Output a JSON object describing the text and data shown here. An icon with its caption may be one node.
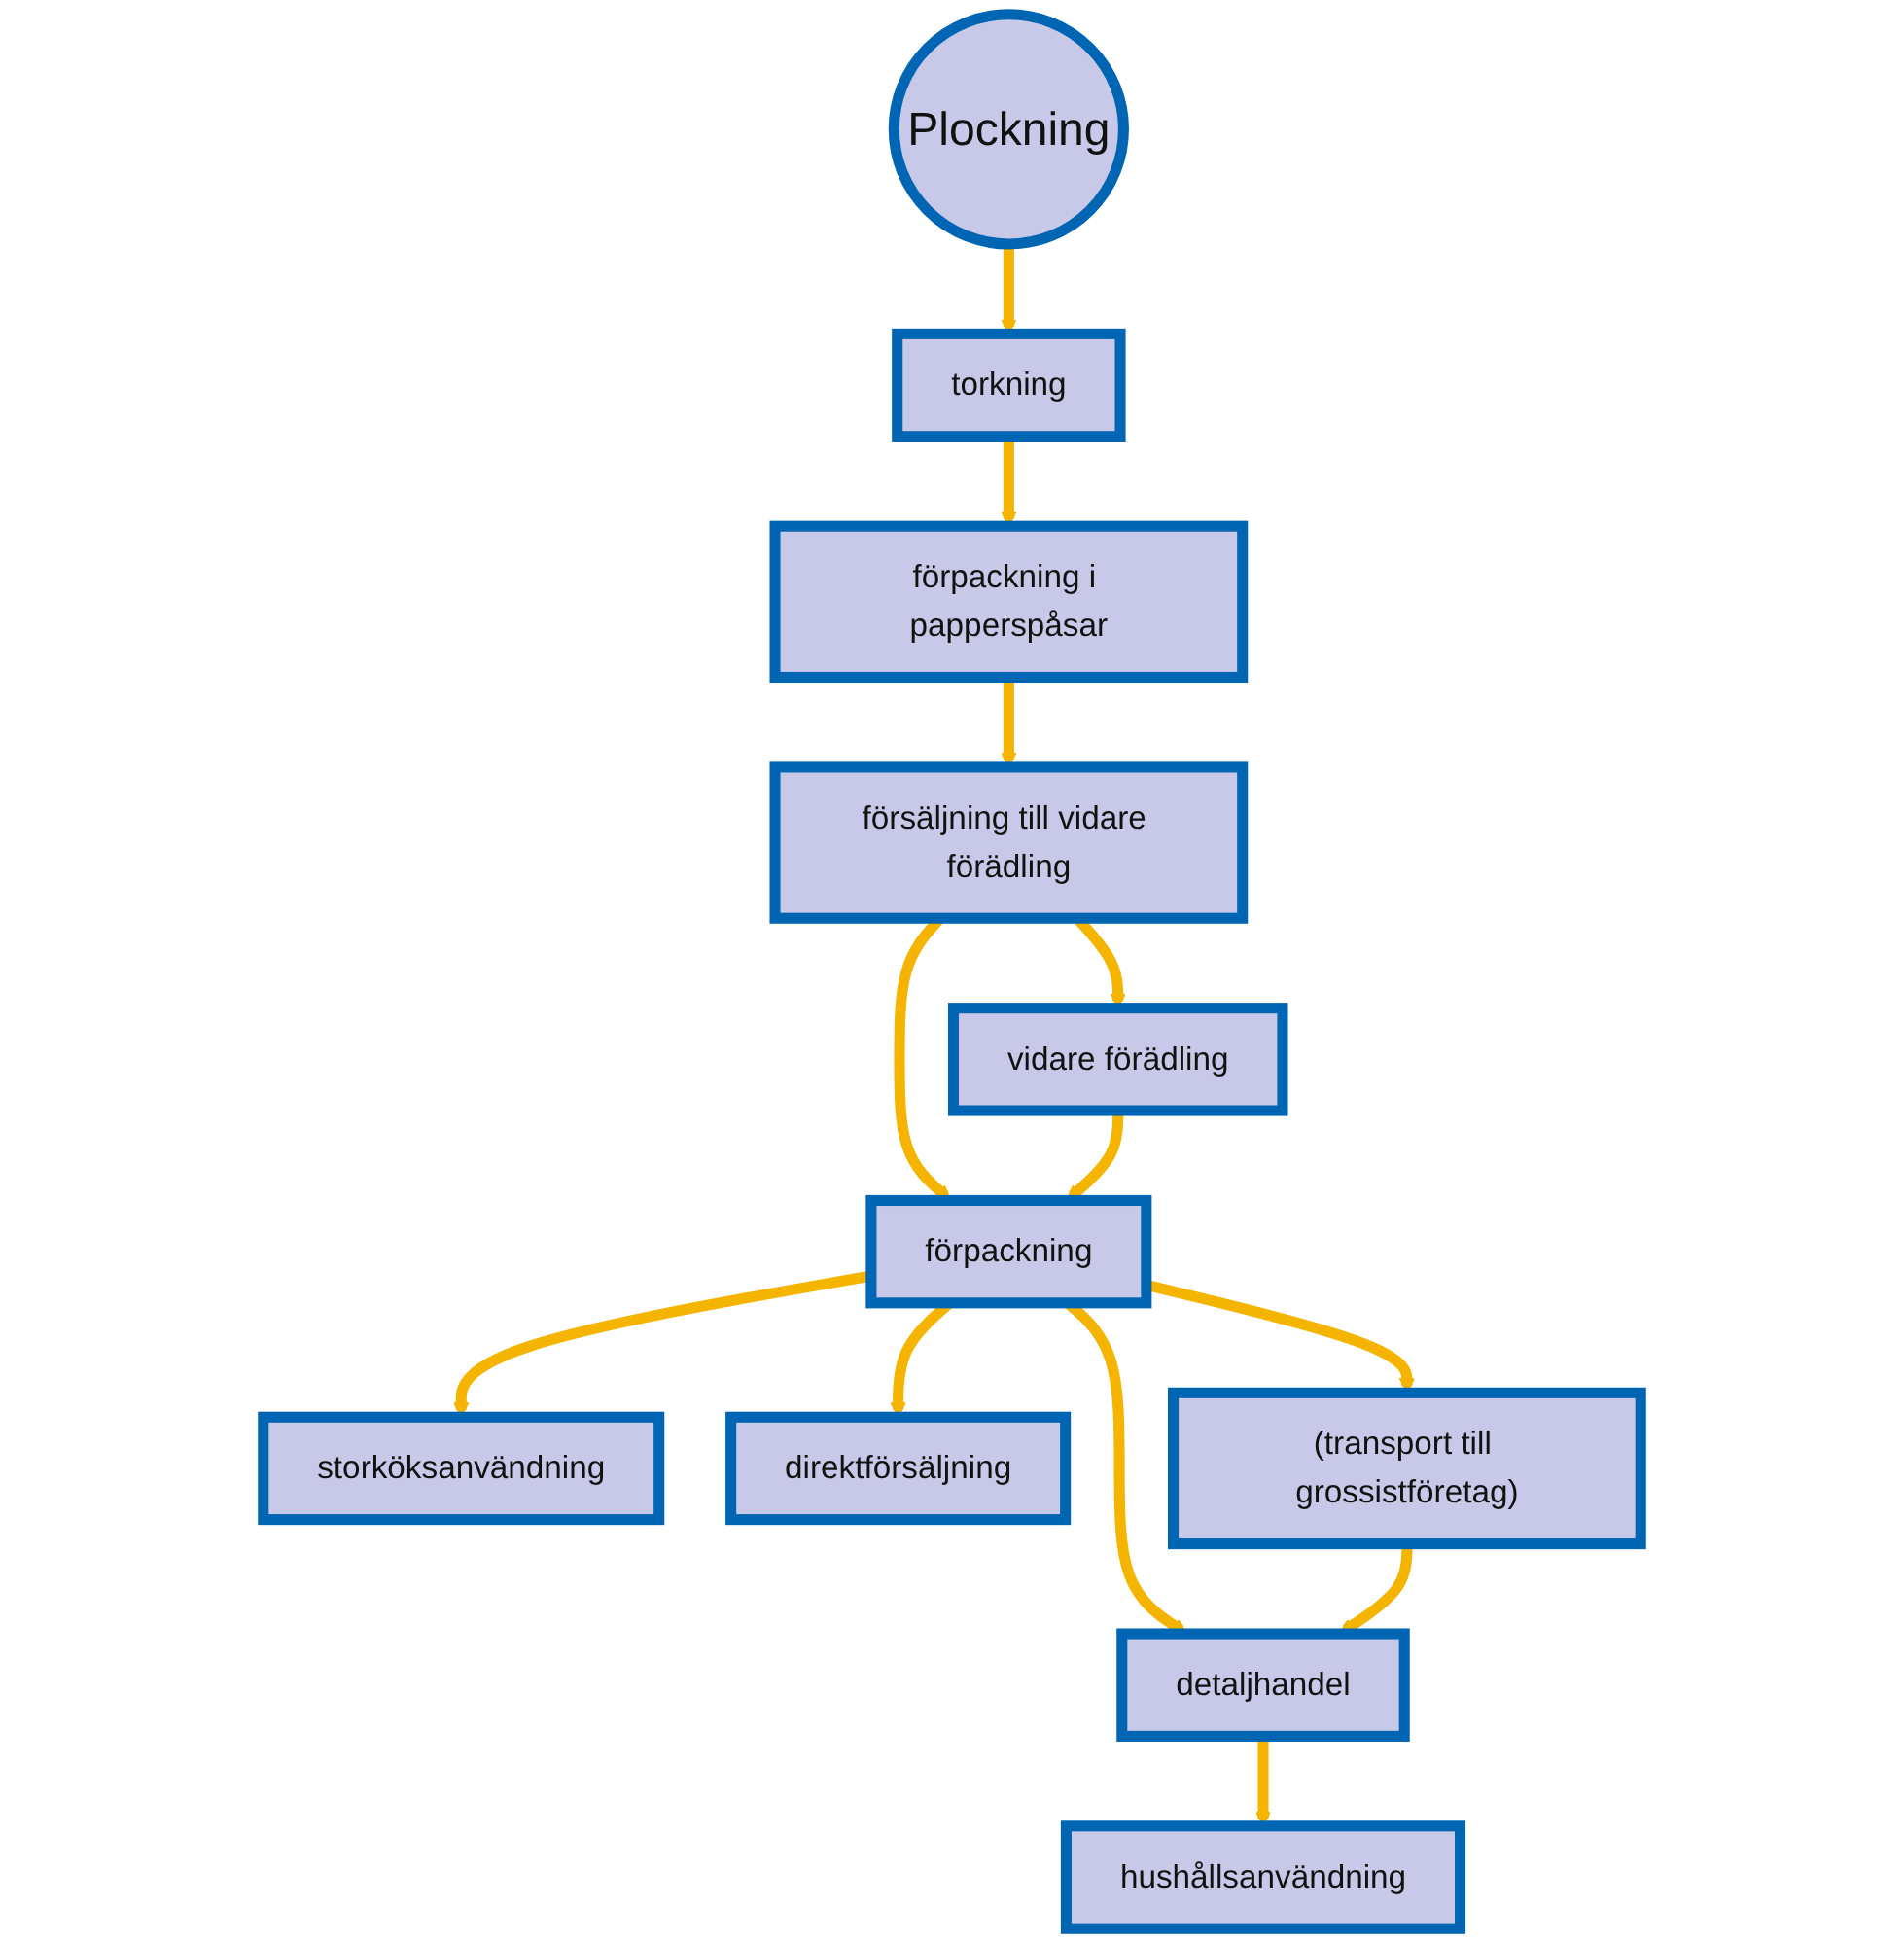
{
  "diagram": {
    "nodes": [
      {
        "text": [
          "Plockning"
        ]
      },
      {
        "text": [
          "torkning"
        ]
      },
      {
        "text": [
          "förpackning i papperspåsar"
        ]
      },
      {
        "text": [
          "försäljning till vidare förädling"
        ]
      },
      {
        "text": [
          "vidare förädling"
        ]
      },
      {
        "text": [
          "förpackning"
        ]
      },
      {
        "text": [
          "storköksanvändning"
        ]
      },
      {
        "text": [
          "direktförsäljning"
        ]
      },
      {
        "text": [
          "(transport till grossistföretag)"
        ]
      },
      {
        "text": [
          "detaljhandel"
        ]
      },
      {
        "text": [
          "hushållsanvändning"
        ]
      }
    ],
    "edges": [
      {
        "from": 0,
        "to": 1,
        "arrow": "to"
      },
      {
        "from": 1,
        "to": 2,
        "arrow": "to"
      },
      {
        "from": 2,
        "to": 3,
        "arrow": "to"
      },
      {
        "from": 3,
        "to": 4,
        "arrow": "to"
      },
      {
        "from": 3,
        "to": 5,
        "arrow": "to"
      },
      {
        "from": 4,
        "to": 5,
        "arrow": "to"
      },
      {
        "from": 5,
        "to": 6,
        "arrow": "to"
      },
      {
        "from": 5,
        "to": 7,
        "arrow": "to"
      },
      {
        "from": 5,
        "to": 8,
        "arrow": "to"
      },
      {
        "from": 5,
        "to": 9,
        "arrow": "to"
      },
      {
        "from": 8,
        "to": 9,
        "arrow": "to"
      },
      {
        "from": 9,
        "to": 10,
        "arrow": "to"
      }
    ]
  }
}
